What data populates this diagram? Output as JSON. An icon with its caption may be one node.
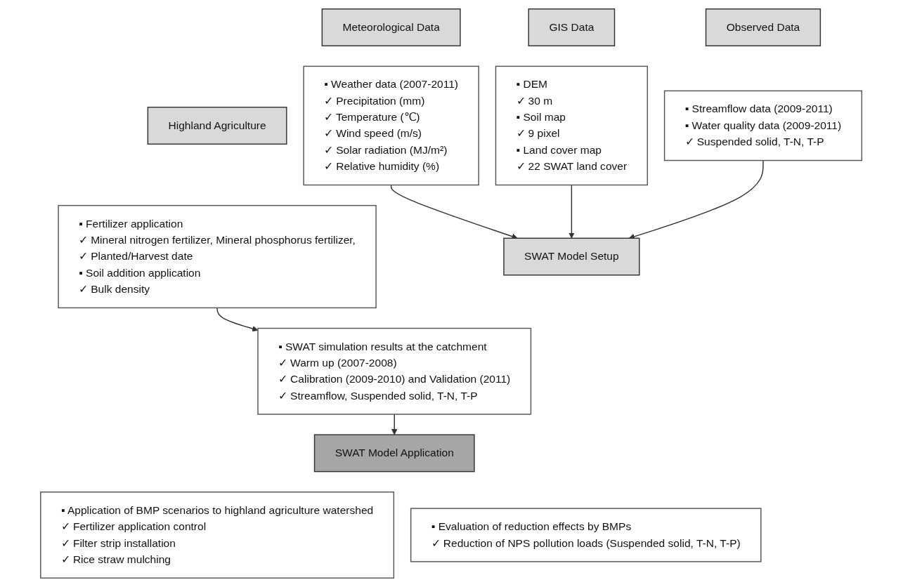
{
  "diagram": {
    "nodes": [
      {
        "text": [
          "Meteorological Data"
        ]
      },
      {
        "text": [
          "▪ Weather data (2007-2011)",
          "✓ Precipitation (mm)",
          "✓ Temperature (℃)",
          "✓ Wind speed (m/s)",
          "✓ Solar radiation (MJ/m²)",
          "✓ Relative humidity (%)"
        ]
      },
      {
        "text": [
          "GIS Data"
        ]
      },
      {
        "text": [
          "▪ DEM",
          "✓ 30 m",
          "▪ Soil map",
          "✓ 9 pixel",
          "▪ Land cover map",
          "✓ 22 SWAT land cover"
        ]
      },
      {
        "text": [
          "Observed Data"
        ]
      },
      {
        "text": [
          "▪ Streamflow data (2009-2011)",
          "▪ Water quality data (2009-2011)",
          "✓ Suspended solid, T-N, T-P"
        ]
      },
      {
        "text": [
          "Highland Agriculture"
        ]
      },
      {
        "text": [
          "▪ Fertilizer application",
          "✓ Mineral nitrogen fertilizer, Mineral phosphorus fertilizer,",
          "✓ Planted/Harvest date",
          "▪ Soil addition application",
          "✓ Bulk density"
        ]
      },
      {
        "text": [
          "SWAT Model Setup"
        ]
      },
      {
        "text": [
          "▪ SWAT simulation results at the catchment",
          "✓ Warm up (2007-2008)",
          "✓ Calibration (2009-2010) and Validation (2011)",
          "✓ Streamflow, Suspended solid, T-N, T-P"
        ]
      },
      {
        "text": [
          "SWAT Model Application"
        ]
      },
      {
        "text": [
          "▪ Application of BMP scenarios to highland agriculture watershed",
          "✓ Fertilizer application control",
          "✓ Filter strip installation",
          "✓ Rice straw mulching"
        ]
      },
      {
        "text": [
          "▪ Evaluation of reduction effects by BMPs",
          "✓ Reduction of NPS pollution loads (Suspended solid, T-N, T-P)"
        ]
      }
    ],
    "edges": [
      {
        "from": 1,
        "to": 8,
        "arrow": "to"
      },
      {
        "from": 3,
        "to": 8,
        "arrow": "to"
      },
      {
        "from": 5,
        "to": 8,
        "arrow": "to"
      },
      {
        "from": 7,
        "to": 9,
        "arrow": "to"
      },
      {
        "from": 9,
        "to": 10,
        "arrow": "to"
      }
    ]
  }
}
